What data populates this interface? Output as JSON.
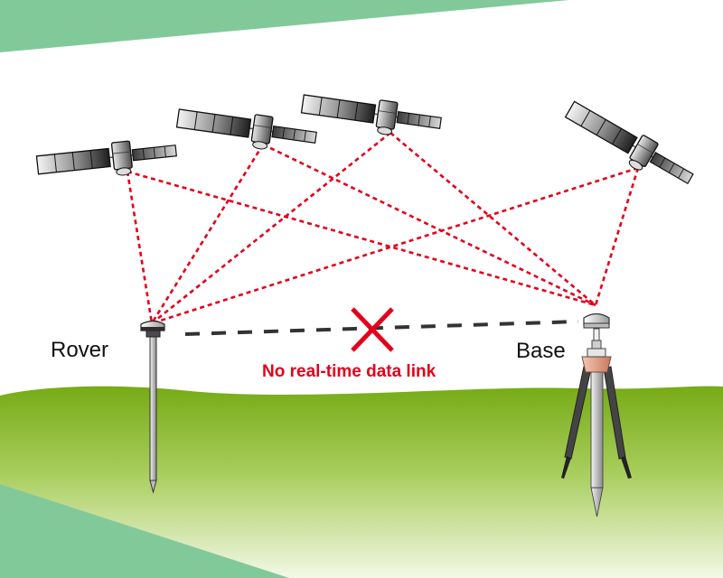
{
  "labels": {
    "rover": "Rover",
    "base": "Base",
    "link_status": "No real-time data link"
  },
  "colors": {
    "signal": "#e3001b",
    "link_status": "#e3001b",
    "link_line": "#333333",
    "ground": "#7cae1c",
    "corner_band": "#82c99a",
    "sky": "#ffffff"
  },
  "icons": [
    "satellite-icon",
    "rover-pole-icon",
    "base-tripod-icon",
    "cross-icon"
  ],
  "satellites": [
    {
      "name": "satellite-1"
    },
    {
      "name": "satellite-2"
    },
    {
      "name": "satellite-3"
    },
    {
      "name": "satellite-4"
    }
  ],
  "signals": {
    "style": "dashed",
    "receivers": [
      "rover",
      "base"
    ],
    "count": 8
  },
  "data_link": {
    "style": "dashed",
    "blocked": true
  }
}
